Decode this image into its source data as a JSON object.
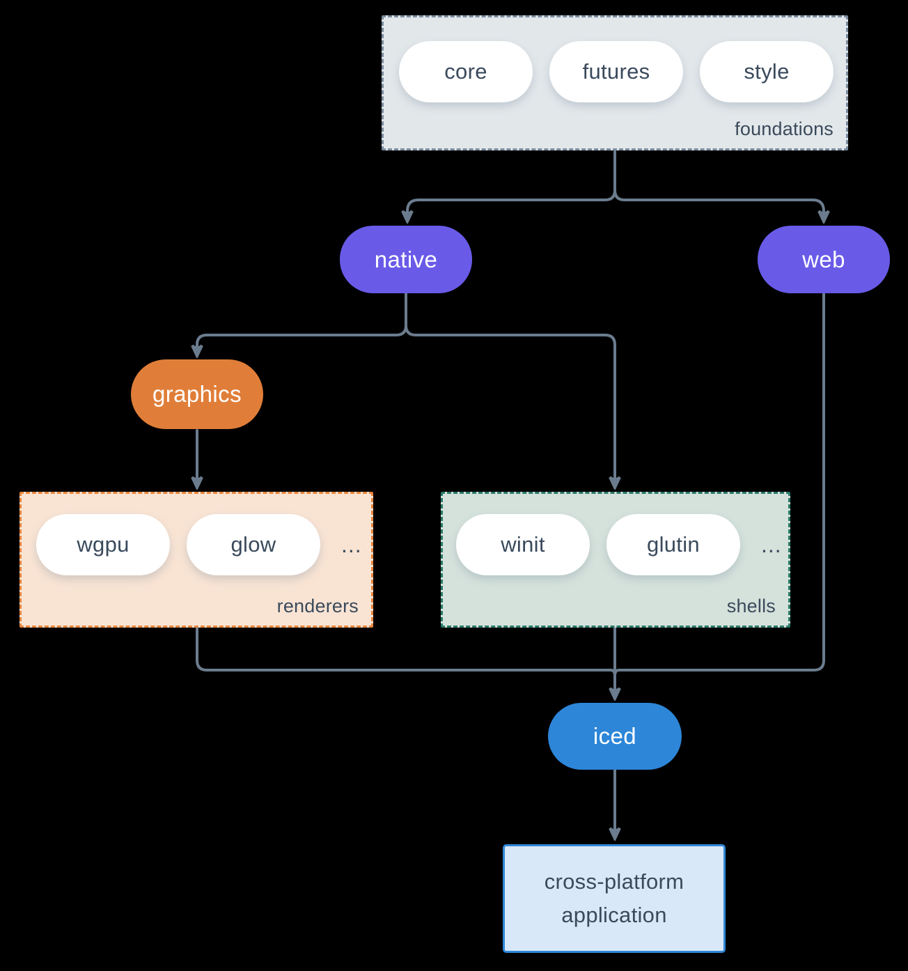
{
  "groups": {
    "foundations": {
      "label": "foundations",
      "items": [
        "core",
        "futures",
        "style"
      ]
    },
    "renderers": {
      "label": "renderers",
      "items": [
        "wgpu",
        "glow"
      ],
      "more": "..."
    },
    "shells": {
      "label": "shells",
      "items": [
        "winit",
        "glutin"
      ],
      "more": "..."
    }
  },
  "nodes": {
    "native": {
      "label": "native"
    },
    "web": {
      "label": "web"
    },
    "graphics": {
      "label": "graphics"
    },
    "iced": {
      "label": "iced"
    },
    "application": {
      "label": "cross-platform application"
    }
  },
  "colors": {
    "background": "#000000",
    "edge": "#6b7c8e",
    "node_purple": "#695be8",
    "node_orange": "#e07e39",
    "node_blue": "#2d86d8",
    "pill_fill": "#ffffff",
    "text_dark": "#3b4a5b",
    "foundations_fill": "#e2e7ea",
    "foundations_border": "#7b8b9e",
    "renderers_fill": "#f9e4d4",
    "renderers_border": "#e8863c",
    "shells_fill": "#d5e2dc",
    "shells_border": "#2a7a69",
    "application_fill": "#d8e8f8",
    "application_border": "#3187d9"
  }
}
